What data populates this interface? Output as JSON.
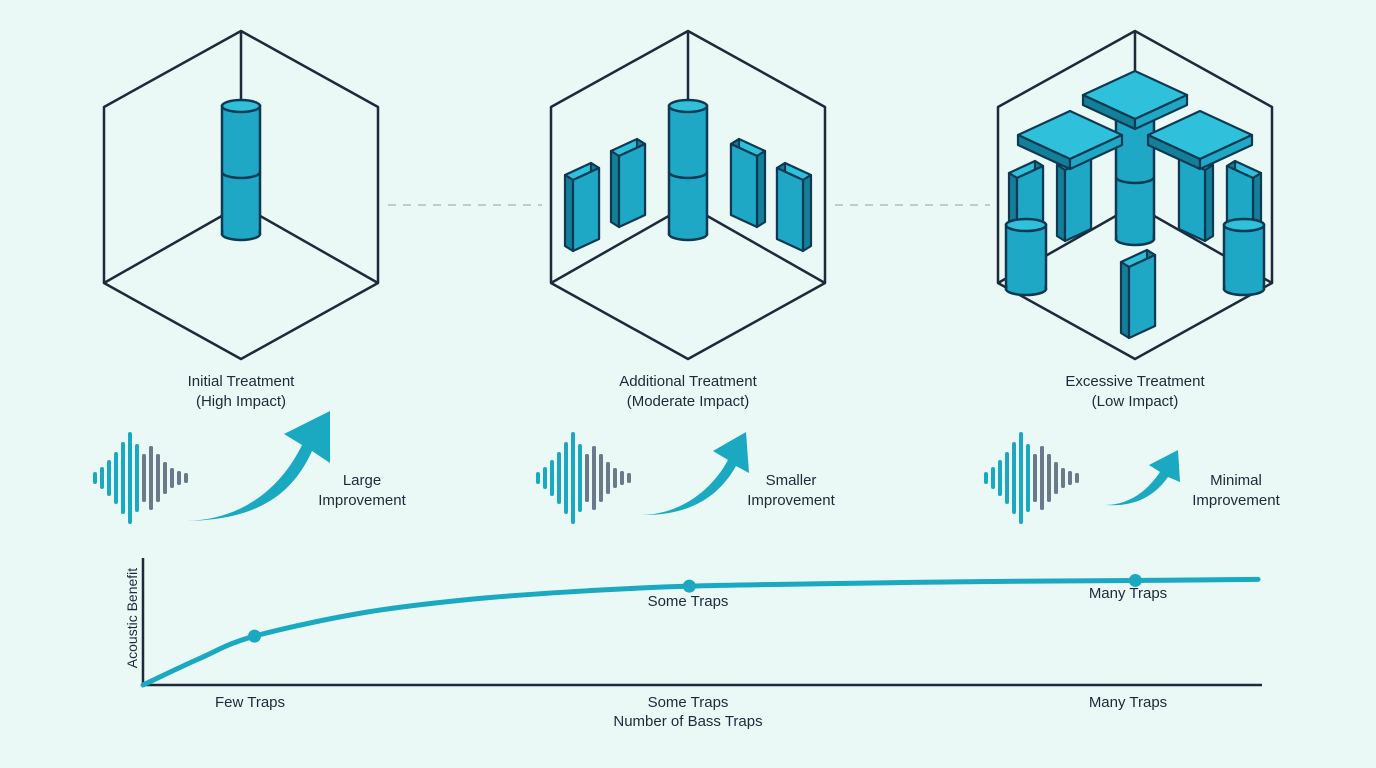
{
  "colors": {
    "background": "#eaf8f6",
    "trap_fill": "#1ea8c6",
    "trap_stroke": "#0d3a52",
    "outline": "#1e2a3a",
    "wave_teal": "#1aa9c0",
    "wave_gray": "#6b7a8a",
    "curve": "#1aa9c0",
    "connector": "#b7cfd0"
  },
  "icons": [
    "room-cube",
    "cylinder-bass-trap",
    "panel-bass-trap",
    "soundwave",
    "arrow-up-right"
  ],
  "stages": [
    {
      "title_line1": "Initial Treatment",
      "title_line2": "(High Impact)",
      "improvement_line1": "Large",
      "improvement_line2": "Improvement"
    },
    {
      "title_line1": "Additional Treatment",
      "title_line2": "(Moderate Impact)",
      "improvement_line1": "Smaller",
      "improvement_line2": "Improvement"
    },
    {
      "title_line1": "Excessive Treatment",
      "title_line2": "(Low Impact)",
      "improvement_line1": "Minimal",
      "improvement_line2": "Improvement"
    }
  ],
  "chart_data": {
    "type": "line",
    "xlabel": "Number of Bass Traps",
    "ylabel": "Acoustic Benefit",
    "x_ticks": [
      "Few Traps",
      "Some Traps",
      "Many Traps"
    ],
    "point_labels": [
      "Some Traps",
      "Many Traps"
    ],
    "curve": [
      {
        "x": 0.0,
        "y": 0.0
      },
      {
        "x": 0.05,
        "y": 0.23
      },
      {
        "x": 0.1,
        "y": 0.43
      },
      {
        "x": 0.2,
        "y": 0.64
      },
      {
        "x": 0.3,
        "y": 0.76
      },
      {
        "x": 0.4,
        "y": 0.83
      },
      {
        "x": 0.49,
        "y": 0.87
      },
      {
        "x": 0.6,
        "y": 0.89
      },
      {
        "x": 0.75,
        "y": 0.91
      },
      {
        "x": 0.89,
        "y": 0.92
      },
      {
        "x": 1.0,
        "y": 0.93
      }
    ],
    "markers": [
      {
        "x": 0.1,
        "y": 0.43
      },
      {
        "x": 0.49,
        "y": 0.87
      },
      {
        "x": 0.89,
        "y": 0.92
      }
    ],
    "xlim": [
      0,
      1
    ],
    "ylim": [
      0,
      1.1
    ],
    "grid": false
  }
}
